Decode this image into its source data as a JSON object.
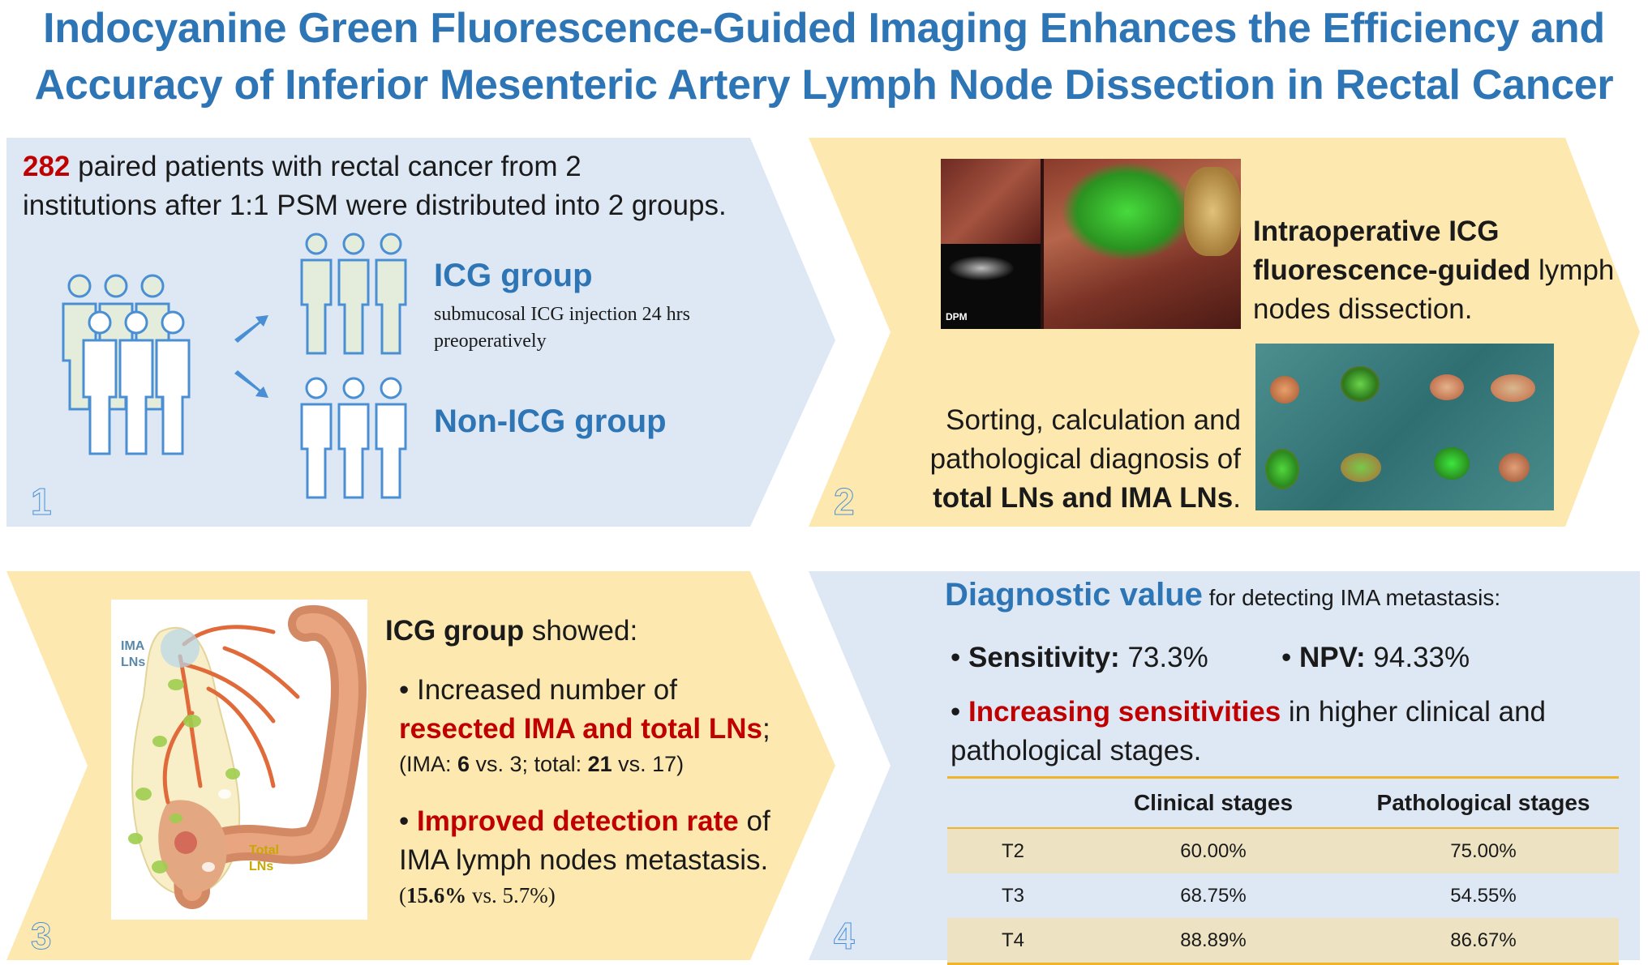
{
  "title": {
    "line1": "Indocyanine Green Fluorescence-Guided Imaging Enhances the Efficiency and",
    "line2": "Accuracy of Inferior Mesenteric Artery Lymph Node Dissection in Rectal Cancer"
  },
  "panel1": {
    "number": "1",
    "count": "282",
    "intro_rest": " paired patients with rectal cancer from 2",
    "intro_line2": "institutions after 1:1 PSM were distributed into 2 groups.",
    "icg_label": "ICG group",
    "icg_desc": "submucosal ICG injection 24 hrs preoperatively",
    "nonicg_label": "Non-ICG group"
  },
  "panel2": {
    "number": "2",
    "text1_bold": "Intraoperative ICG fluorescence-guided",
    "text1_rest": " lymph nodes dissection.",
    "text2_plain": "Sorting, calculation and pathological diagnosis of ",
    "text2_bold": "total LNs and IMA LNs",
    "text2_end": ".",
    "photo_overlay": "DPM"
  },
  "panel3": {
    "number": "3",
    "ima_label": "IMA LNs",
    "total_label": "Total LNs",
    "heading_bold": "ICG group",
    "heading_rest": " showed:",
    "bullet1_pre": "• Increased number of",
    "bullet1_red": "resected IMA and total LNs",
    "bullet1_end": ";",
    "detail1_a": "(IMA: ",
    "detail1_b": "6",
    "detail1_c": " vs. 3; total: ",
    "detail1_d": "21",
    "detail1_e": " vs. 17)",
    "bullet2_pre": "• ",
    "bullet2_red": "Improved detection rate",
    "bullet2_rest": " of",
    "bullet2_line2": "IMA lymph nodes metastasis.",
    "detail2_a": "(",
    "detail2_b": "15.6%",
    "detail2_c": " vs. 5.7%)"
  },
  "panel4": {
    "number": "4",
    "heading": "Diagnostic value",
    "heading_rest": " for detecting IMA metastasis:",
    "sens_label": "Sensitivity:",
    "sens_value": " 73.3%",
    "npv_label": "NPV:",
    "npv_value": " 94.33%",
    "inc_red": "Increasing sensitivities",
    "inc_rest": " in higher clinical and",
    "inc_line2": "pathological stages.",
    "table": {
      "headers": [
        "",
        "Clinical stages",
        "Pathological stages"
      ],
      "rows": [
        [
          "T2",
          "60.00%",
          "75.00%"
        ],
        [
          "T3",
          "68.75%",
          "54.55%"
        ],
        [
          "T4",
          "88.89%",
          "86.67%"
        ]
      ]
    }
  },
  "colors": {
    "title_blue": "#2e75b6",
    "panel_blue": "#dde8f4",
    "panel_yellow": "#fde9b0",
    "accent_red": "#c00000",
    "table_line": "#f0b429"
  }
}
